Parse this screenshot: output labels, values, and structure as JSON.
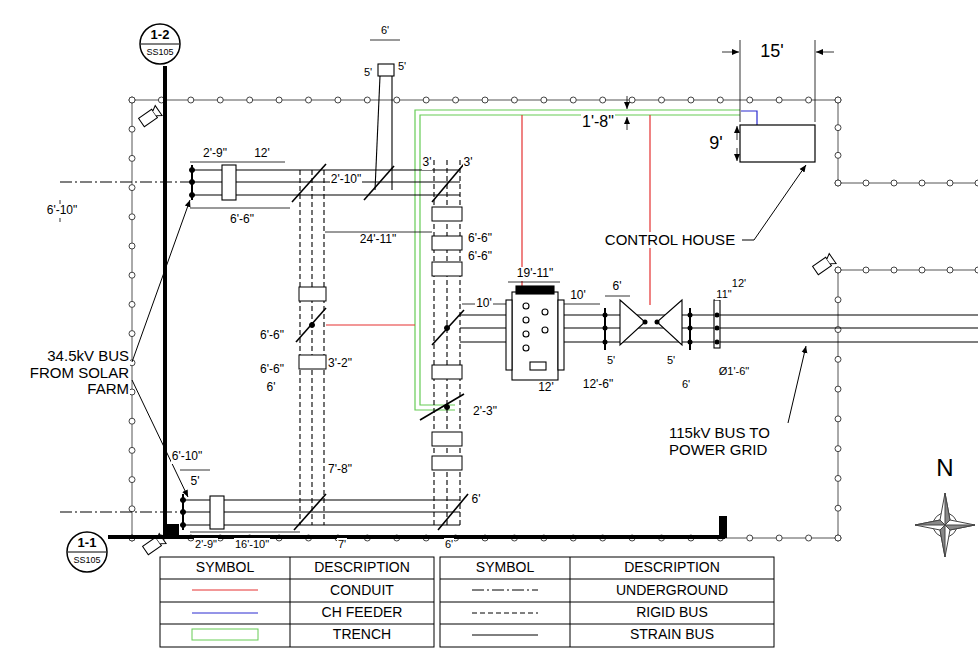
{
  "diagram": {
    "nodes": [
      {
        "text": [
          "1-2",
          "SS105"
        ]
      },
      {
        "text": [
          "1-1",
          "SS105"
        ]
      }
    ],
    "labels": [
      "15'",
      "6'",
      "5'",
      "5'",
      "1'-8\"",
      "2'-9\"",
      "12'",
      "2'-10\"",
      "3'",
      "3'",
      "9'",
      "6'-10\"",
      "6'-6\"",
      "CONTROL HOUSE",
      "24'-11\"",
      "6'-6\"",
      "6'-6\"",
      "19'-11\"",
      "10'",
      "10'",
      "6'",
      "11\"",
      "12'",
      "6'-6\"",
      "6'-6\"",
      "3'-2\"",
      "34.5kV BUS FROM SOLAR FARM",
      "6'",
      "2'-3\"",
      "12'",
      "12'-6\"",
      "5'",
      "5'",
      "6'",
      "Ø1'-6\"",
      "115kV BUS TO POWER GRID",
      "N",
      "6'-10\"",
      "7'-8\"",
      "5'",
      "6'",
      "2'-9\"",
      "16'-10\"",
      "7'",
      "6'",
      "SYMBOL",
      "DESCRIPTION",
      "SYMBOL",
      "DESCRIPTION"
    ],
    "legend": [
      {
        "text": "CONDUIT"
      },
      {
        "text": "CH FEEDER"
      },
      {
        "text": "TRENCH"
      },
      {
        "text": "UNDERGROUND"
      },
      {
        "text": "RIGID BUS"
      },
      {
        "text": "STRAIN BUS"
      }
    ]
  }
}
